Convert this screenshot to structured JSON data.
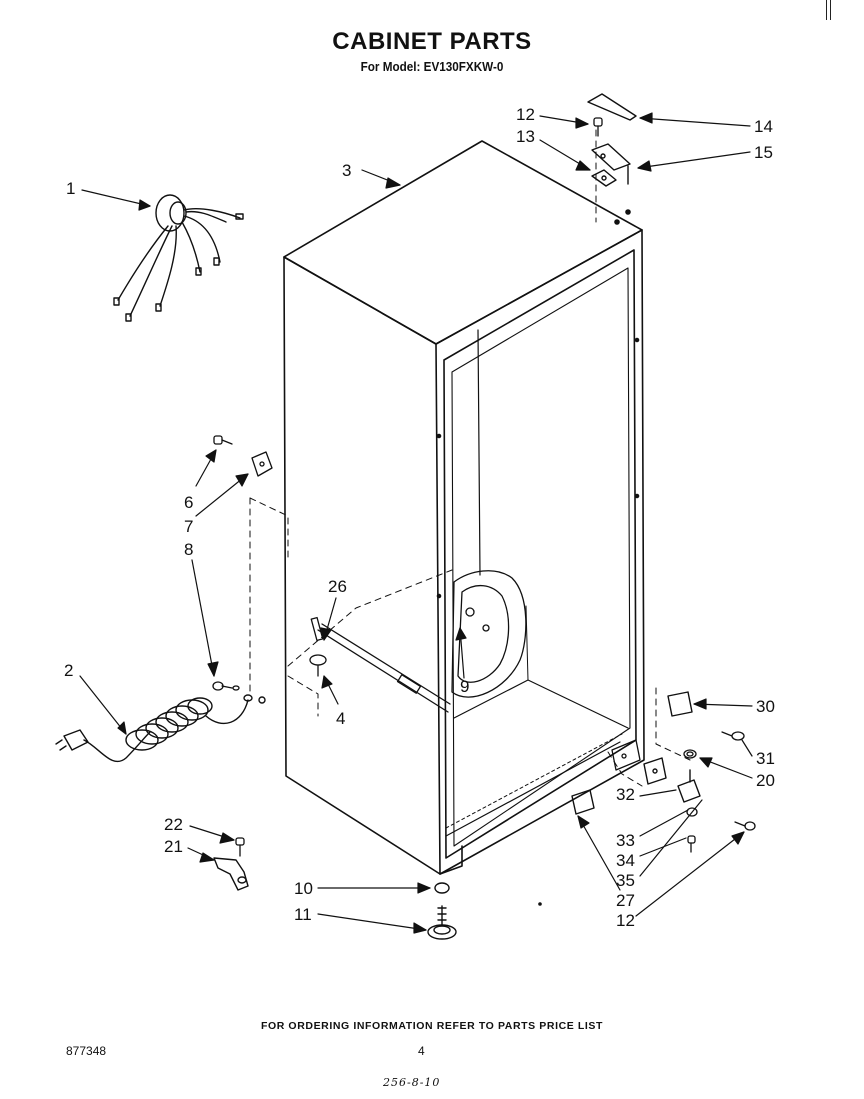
{
  "header": {
    "title": "CABINET PARTS",
    "subtitle": "For Model: EV130FXKW-0"
  },
  "callouts": {
    "p1": "1",
    "p2": "2",
    "p3": "3",
    "p4": "4",
    "p6": "6",
    "p7": "7",
    "p8": "8",
    "p9": "9",
    "p10": "10",
    "p11": "11",
    "p12_top": "12",
    "p12_bottom": "12",
    "p13": "13",
    "p14": "14",
    "p15": "15",
    "p20": "20",
    "p21": "21",
    "p22": "22",
    "p26": "26",
    "p27": "27",
    "p30": "30",
    "p31": "31",
    "p32": "32",
    "p33": "33",
    "p34": "34",
    "p35": "35"
  },
  "footer": {
    "ordering_note": "FOR ORDERING INFORMATION REFER TO PARTS PRICE LIST",
    "doc_number": "877348",
    "page_number": "4",
    "handwritten_code": "256-8-10"
  },
  "colors": {
    "ink": "#111111",
    "paper": "#ffffff"
  }
}
